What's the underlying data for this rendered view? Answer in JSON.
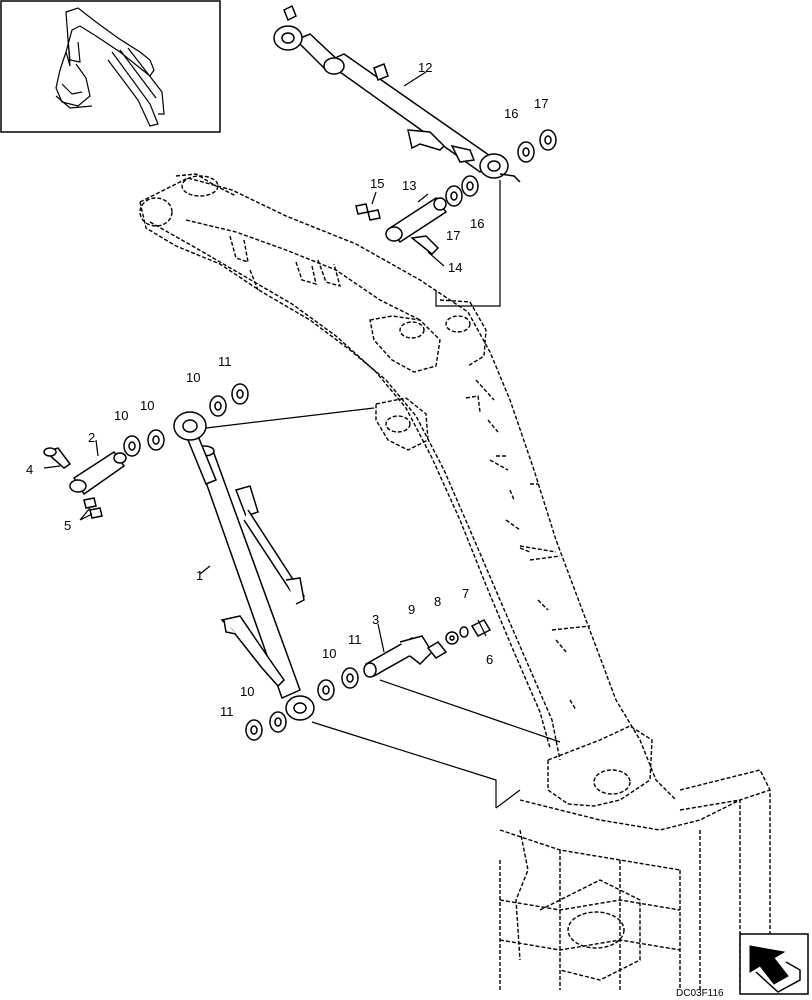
{
  "diagram": {
    "drawing_code": "DC03F116",
    "callouts": {
      "c1": "1",
      "c2": "2",
      "c3": "3",
      "c4": "4",
      "c5": "5",
      "c6": "6",
      "c7": "7",
      "c8": "8",
      "c9": "9",
      "c10a": "10",
      "c10b": "10",
      "c10c": "10",
      "c10d": "10",
      "c10e": "10",
      "c11a": "11",
      "c11b": "11",
      "c11c": "11",
      "c12": "12",
      "c13": "13",
      "c14": "14",
      "c15": "15",
      "c16a": "16",
      "c16b": "16",
      "c17a": "17",
      "c17b": "17"
    },
    "icons": {
      "thumbnail": "excavator-arm-thumbnail-icon",
      "navigation": "navigation-arrow-icon"
    }
  }
}
